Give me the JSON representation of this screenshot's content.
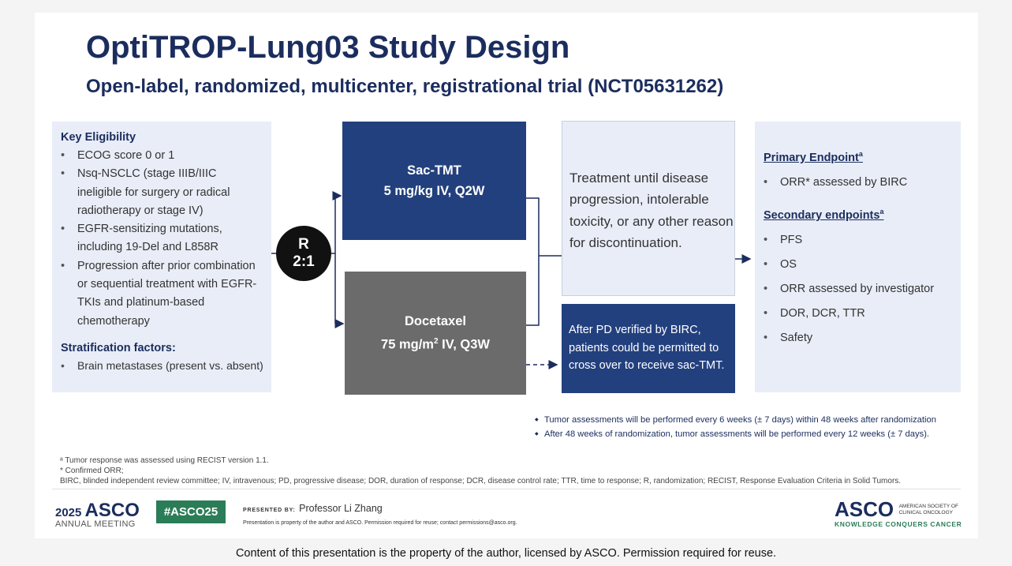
{
  "title": "OptiTROP-Lung03 Study Design",
  "subtitle": "Open-label, randomized, multicenter, registrational trial (NCT05631262)",
  "eligibility": {
    "heading": "Key Eligibility",
    "items": [
      "ECOG score 0 or 1",
      "Nsq-NSCLC (stage IIIB/IIIC ineligible for surgery or radical radiotherapy or stage IV)",
      "EGFR-sensitizing mutations, including 19-Del and L858R",
      "Progression after prior combination or sequential treatment with EGFR-TKIs and platinum-based chemotherapy"
    ],
    "strat_heading": "Stratification factors:",
    "strat_items": [
      "Brain metastases (present vs. absent)"
    ]
  },
  "randomization": {
    "letter": "R",
    "ratio": "2:1"
  },
  "arm1": {
    "name": "Sac-TMT",
    "dose": "5 mg/kg IV, Q2W"
  },
  "arm2": {
    "name": "Docetaxel",
    "dose_pre": "75 mg/m",
    "dose_sup": "2",
    "dose_post": " IV, Q3W"
  },
  "treatment_text": "Treatment until disease progression, intolerable toxicity, or any other reason for discontinuation.",
  "crossover_text": "After PD verified by BIRC, patients could be permitted to cross over to receive sac-TMT.",
  "endpoints": {
    "primary_heading": "Primary Endpoint",
    "primary_sup": "a",
    "primary_items": [
      "ORR* assessed by BIRC"
    ],
    "secondary_heading": "Secondary endpoints",
    "secondary_sup": "a",
    "secondary_items": [
      "PFS",
      "OS",
      "ORR assessed by investigator",
      "DOR, DCR, TTR",
      "Safety"
    ]
  },
  "tumor_notes": [
    "Tumor assessments will be performed every 6 weeks (± 7 days) within 48 weeks after randomization",
    "After 48 weeks of randomization, tumor assessments will be performed every 12 weeks (± 7 days)."
  ],
  "footnotes": [
    "ᵃ Tumor response was assessed using RECIST version 1.1.",
    "* Confirmed ORR;",
    "BIRC, blinded independent review committee; IV, intravenous; PD, progressive disease; DOR, duration of response; DCR, disease control rate; TTR, time to response; R, randomization; RECIST, Response Evaluation Criteria in Solid Tumors."
  ],
  "branding": {
    "year": "2025",
    "asco": "ASCO",
    "annual": "ANNUAL MEETING",
    "hashtag": "#ASCO25",
    "presented_by": "PRESENTED BY:",
    "presenter": "Professor Li Zhang",
    "property": "Presentation is property of the author and ASCO. Permission required for reuse; contact permissions@asco.org.",
    "logo_word": "ASCO",
    "society_1": "AMERICAN SOCIETY OF",
    "society_2": "CLINICAL ONCOLOGY",
    "tagline": "KNOWLEDGE CONQUERS CANCER"
  },
  "footer": "Content of this presentation is the property of the author, licensed by ASCO. Permission required for reuse.",
  "colors": {
    "navy": "#23407e",
    "title": "#1b2d5e",
    "gray_arm": "#6b6b6b",
    "light_box": "#e8edf7",
    "green": "#2b7d57"
  }
}
